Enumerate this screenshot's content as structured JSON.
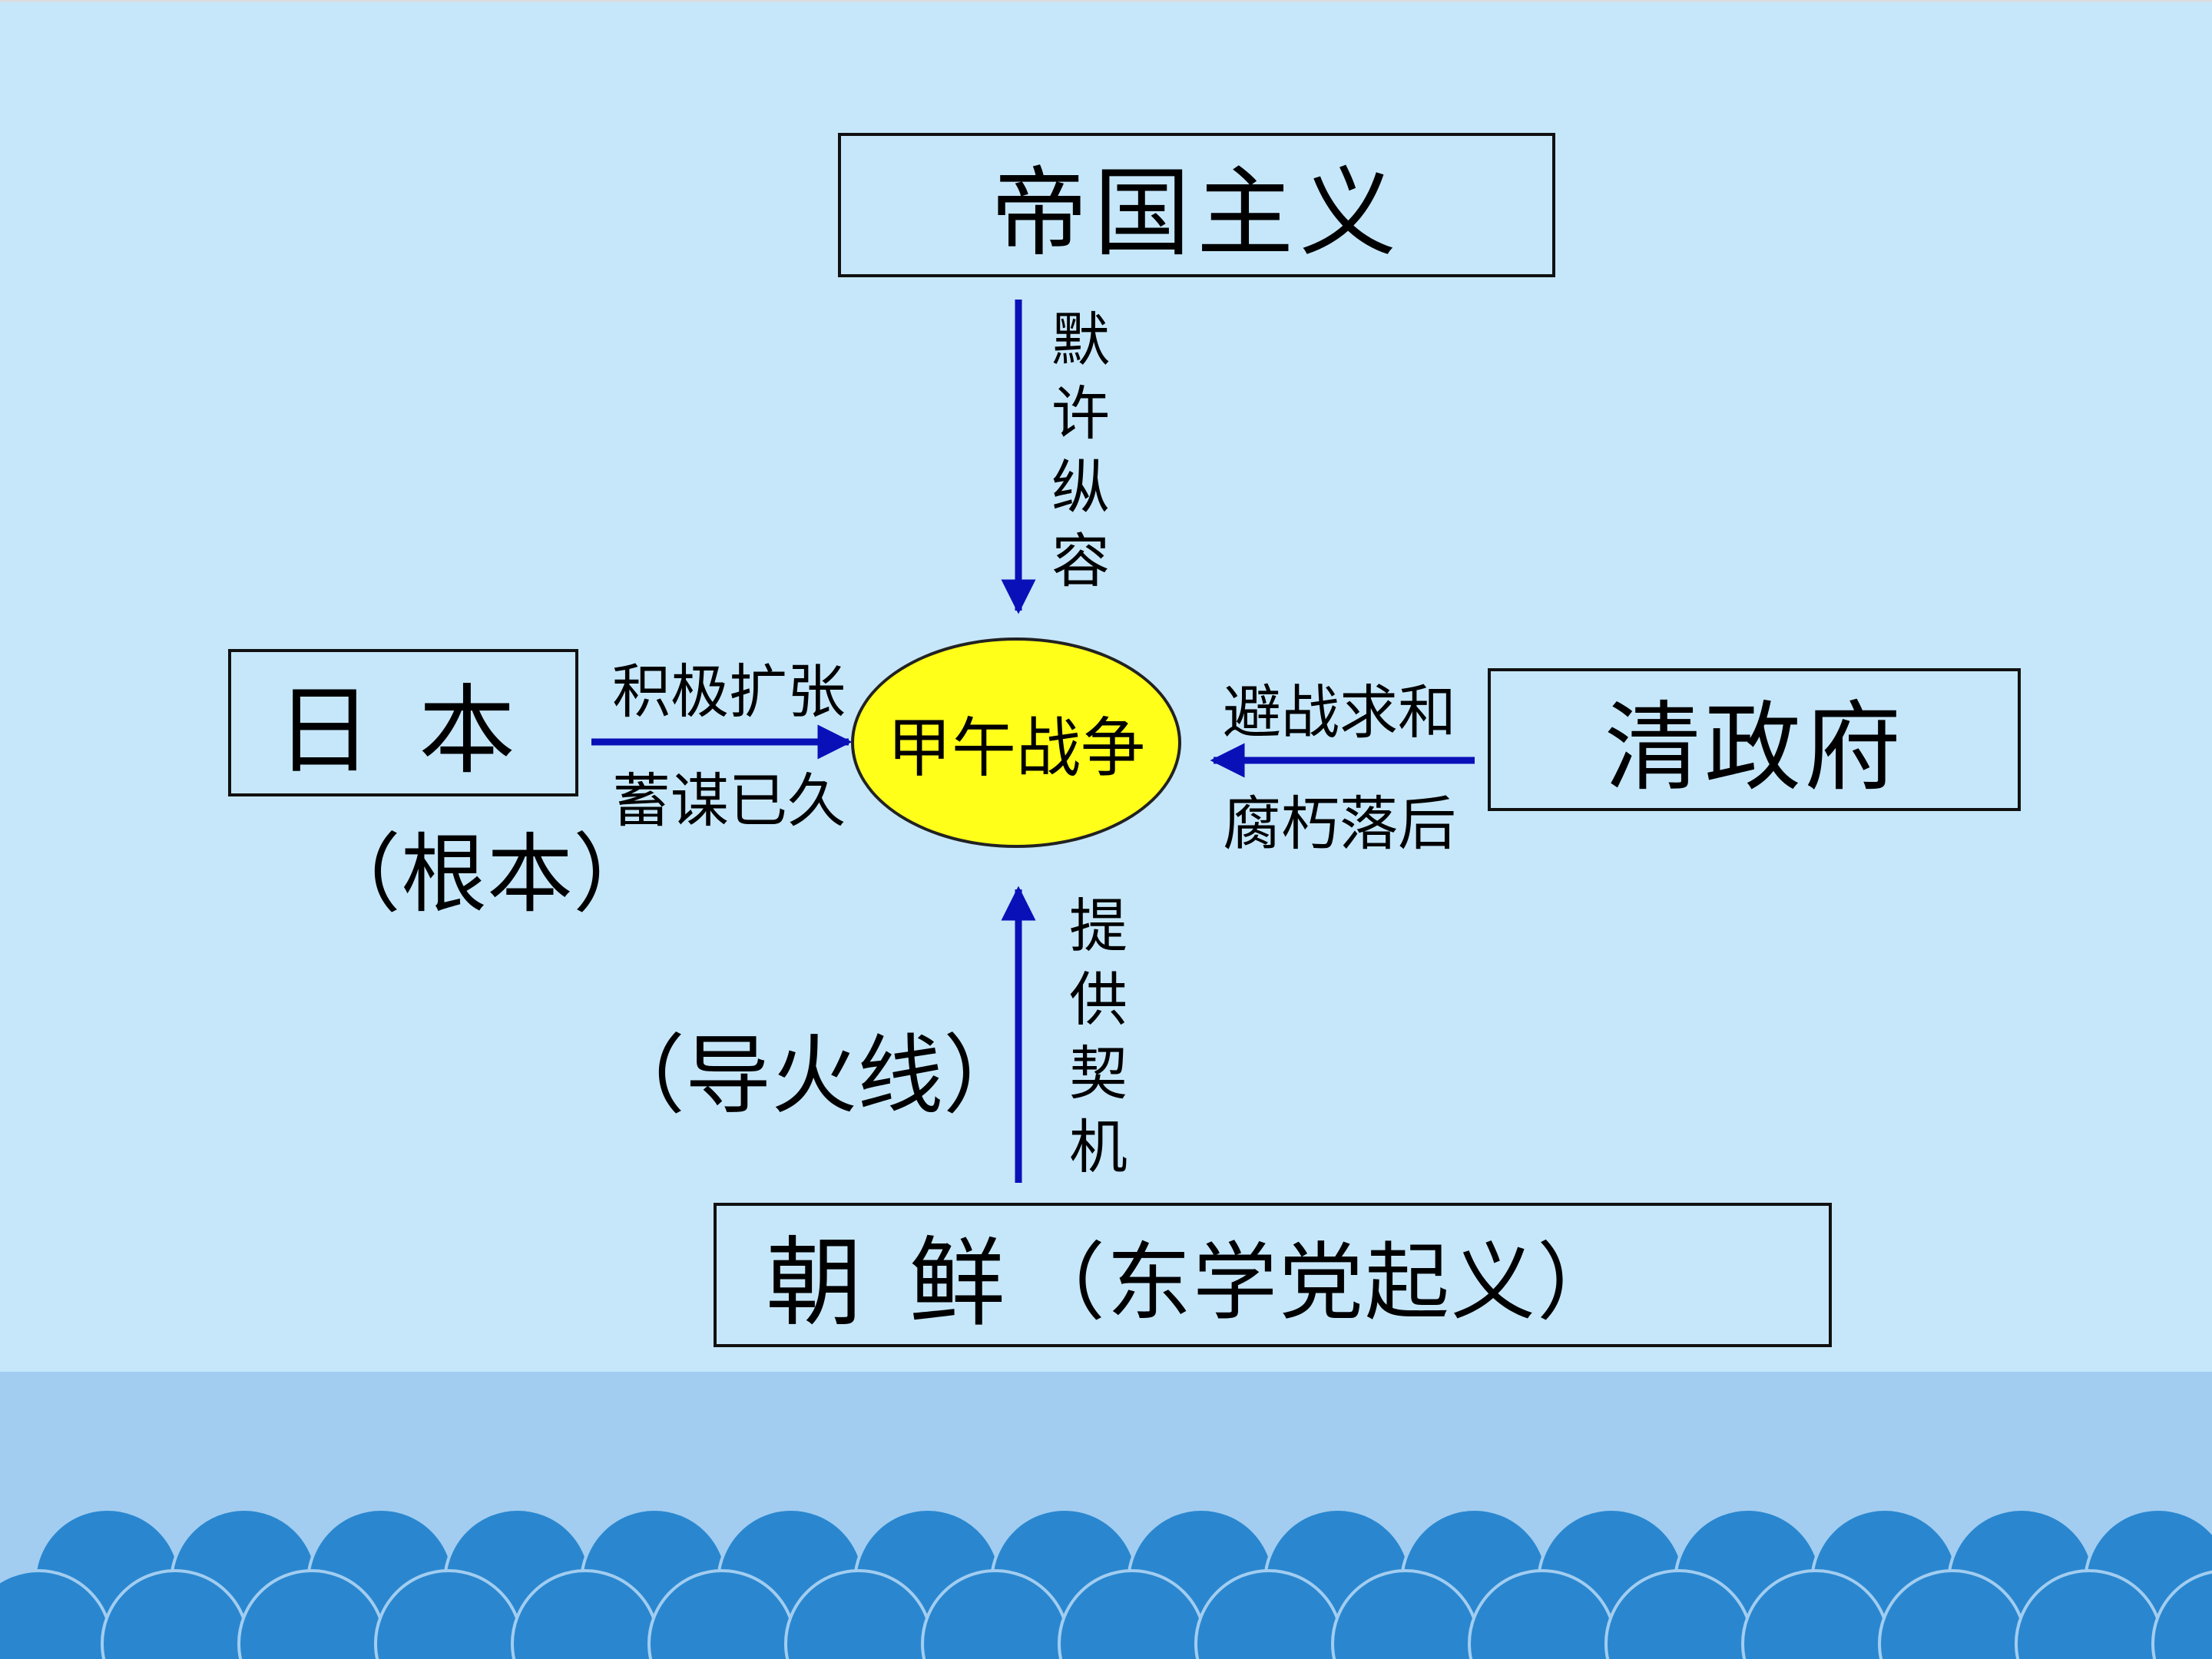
{
  "colors": {
    "background": "#c6e7fa",
    "band": "#a2cdf0",
    "wave": "#2a87cf",
    "arrow": "#0a10b8",
    "center_fill": "#ffff1a"
  },
  "center": {
    "label": "甲午战争"
  },
  "top": {
    "label": "帝国主义",
    "arrow_label": "默许纵容"
  },
  "left": {
    "label": "日本",
    "annotation": "（根本）",
    "arrow_label_above": "积极扩张",
    "arrow_label_below": "蓄谋已久"
  },
  "right": {
    "label": "清政府",
    "arrow_label_above": "避战求和",
    "arrow_label_below": "腐朽落后"
  },
  "bottom": {
    "label": "朝鲜",
    "sub_label": "（东学党起义）",
    "annotation": "（导火线）",
    "arrow_label": "提供契机"
  }
}
